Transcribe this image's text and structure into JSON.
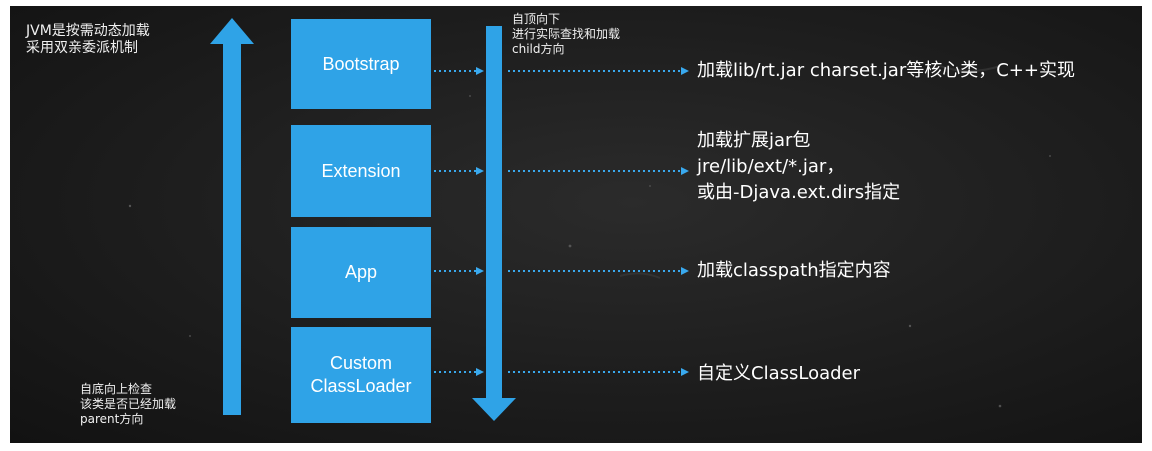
{
  "notes": {
    "top_left": [
      "JVM是按需动态加载",
      "采用双亲委派机制"
    ],
    "top_right": [
      "自顶向下",
      "进行实际查找和加载",
      "child方向"
    ],
    "bottom_left": [
      "自底向上检查",
      "该类是否已经加载",
      "parent方向"
    ]
  },
  "loaders": [
    {
      "lines": [
        "Bootstrap"
      ],
      "desc": [
        "加载lib/rt.jar charset.jar等核心类，C++实现"
      ]
    },
    {
      "lines": [
        "Extension"
      ],
      "desc": [
        "加载扩展jar包",
        "jre/lib/ext/*.jar，",
        "或由-Djava.ext.dirs指定"
      ]
    },
    {
      "lines": [
        "App"
      ],
      "desc": [
        "加载classpath指定内容"
      ]
    },
    {
      "lines": [
        "Custom",
        "ClassLoader"
      ],
      "desc": [
        "自定义ClassLoader"
      ]
    }
  ],
  "colors": {
    "box": "#2fa3e7",
    "arrow": "#2fa3e7",
    "background": "#1d1d1d",
    "text": "#ffffff"
  }
}
